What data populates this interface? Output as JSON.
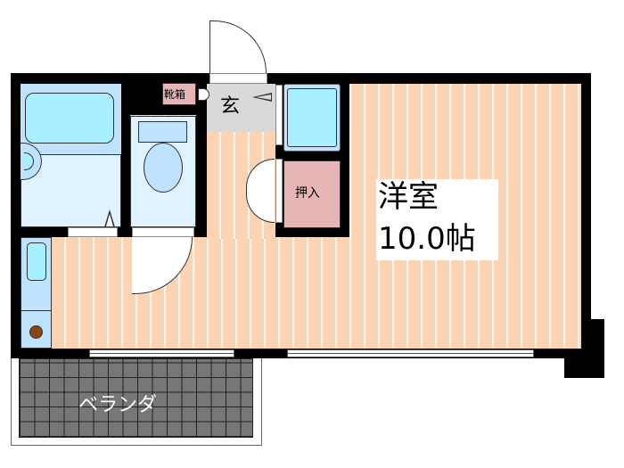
{
  "floorplan": {
    "rooms": {
      "western_room": {
        "name": "洋室",
        "size": "10.0帖"
      },
      "entrance": {
        "name": "玄"
      },
      "shoe_box": {
        "name": "靴箱"
      },
      "closet": {
        "name": "押入"
      },
      "veranda": {
        "name": "ベランダ"
      }
    },
    "colors": {
      "wall": "#000000",
      "floor": "#fcd3b3",
      "wet_area": "#dff2ff",
      "fixture": "#a8f0ff",
      "closet": "#e6b5b5",
      "entrance": "#d9d9d9",
      "veranda": "#777777"
    }
  }
}
